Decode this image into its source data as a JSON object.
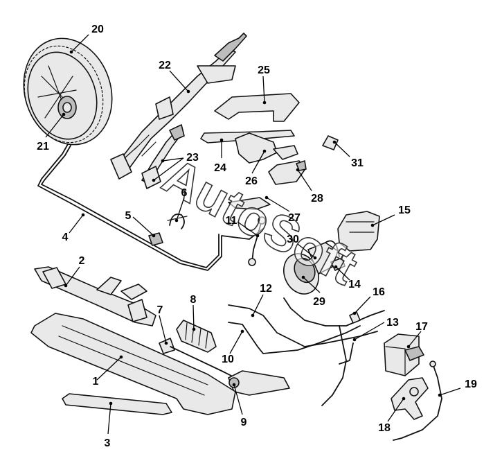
{
  "watermark": "AutoSoft",
  "callouts": [
    {
      "id": "c1",
      "label": "1"
    },
    {
      "id": "c2",
      "label": "2"
    },
    {
      "id": "c3",
      "label": "3"
    },
    {
      "id": "c4",
      "label": "4"
    },
    {
      "id": "c5",
      "label": "5"
    },
    {
      "id": "c6",
      "label": "6"
    },
    {
      "id": "c7",
      "label": "7"
    },
    {
      "id": "c8",
      "label": "8"
    },
    {
      "id": "c9",
      "label": "9"
    },
    {
      "id": "c10",
      "label": "10"
    },
    {
      "id": "c11",
      "label": "11"
    },
    {
      "id": "c12",
      "label": "12"
    },
    {
      "id": "c13",
      "label": "13"
    },
    {
      "id": "c14",
      "label": "14"
    },
    {
      "id": "c15",
      "label": "15"
    },
    {
      "id": "c16",
      "label": "16"
    },
    {
      "id": "c17",
      "label": "17"
    },
    {
      "id": "c18",
      "label": "18"
    },
    {
      "id": "c19",
      "label": "19"
    },
    {
      "id": "c20",
      "label": "20"
    },
    {
      "id": "c21",
      "label": "21"
    },
    {
      "id": "c22",
      "label": "22"
    },
    {
      "id": "c23",
      "label": "23"
    },
    {
      "id": "c24",
      "label": "24"
    },
    {
      "id": "c25",
      "label": "25"
    },
    {
      "id": "c26",
      "label": "26"
    },
    {
      "id": "c27",
      "label": "27"
    },
    {
      "id": "c28",
      "label": "28"
    },
    {
      "id": "c29",
      "label": "29"
    },
    {
      "id": "c30",
      "label": "30"
    },
    {
      "id": "c31",
      "label": "31"
    }
  ]
}
